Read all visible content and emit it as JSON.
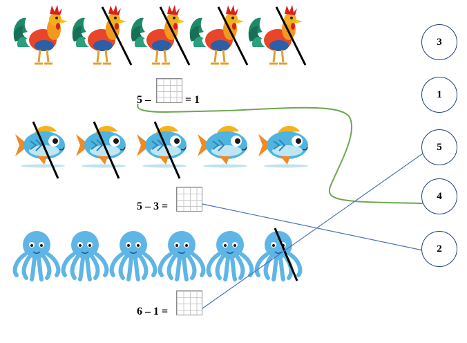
{
  "rows": [
    {
      "animal": "rooster",
      "count": 5,
      "crossed": 4
    },
    {
      "animal": "fish",
      "count": 5,
      "crossed": 3
    },
    {
      "animal": "octopus",
      "count": 6,
      "crossed": 1
    }
  ],
  "equations": [
    {
      "left": "5 –",
      "right": "= 1"
    },
    {
      "left": "5 – 3 =",
      "right": ""
    },
    {
      "left": "6 – 1 =",
      "right": ""
    }
  ],
  "answer_circles": [
    "3",
    "1",
    "5",
    "4",
    "2"
  ],
  "colors": {
    "circle_border": "#1f3f7a",
    "blue_line": "#4a72b8",
    "green_line": "#6aa84f",
    "fish_body": "#4fb4de",
    "octopus_body": "#5fb6e6",
    "rooster_tail": "#1f8a6a"
  }
}
